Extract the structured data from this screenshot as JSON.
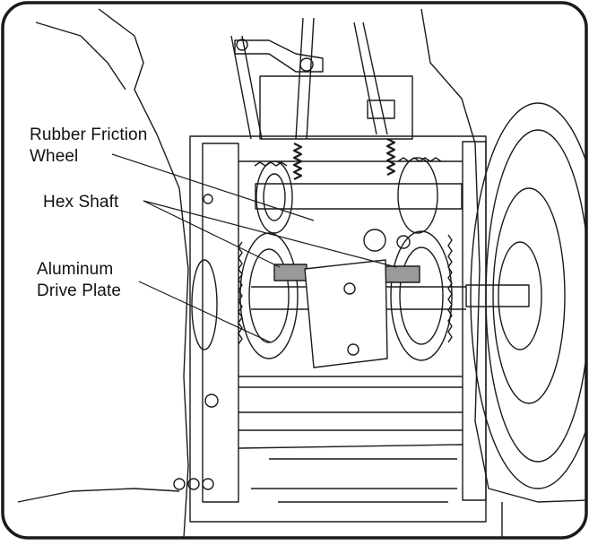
{
  "callouts": {
    "rubber_friction_wheel": "Rubber Friction\nWheel",
    "hex_shaft": "Hex Shaft",
    "aluminum_drive_plate": "Aluminum\nDrive Plate"
  },
  "colors": {
    "line": "#1a1a1a",
    "shaft_highlight": "#9a9a9a",
    "background": "#ffffff"
  }
}
